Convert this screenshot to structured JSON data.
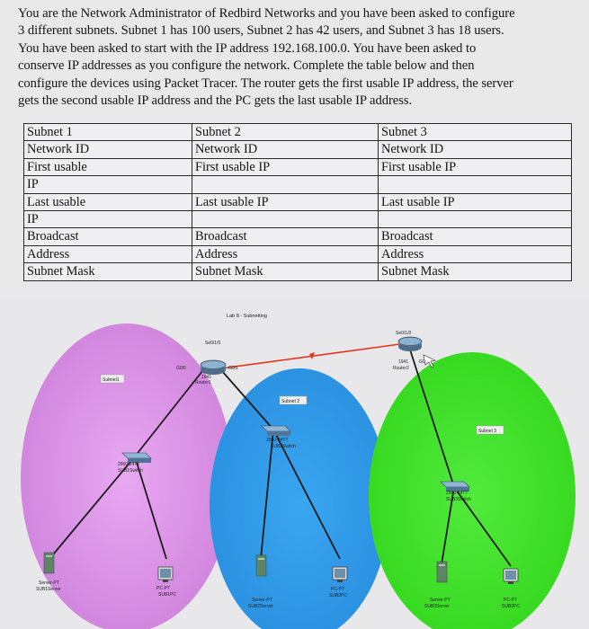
{
  "prompt": {
    "lines": [
      "You are the Network Administrator of Redbird Networks and you have been asked to configure",
      "3 different subnets. Subnet 1 has 100 users, Subnet 2 has 42 users, and Subnet 3 has 18 users.",
      "You have been asked to start with the IP address 192.168.100.0. You have been asked to",
      "conserve IP addresses as you configure the network. Complete the table below and then",
      "configure the devices using Packet Tracer. The router gets the first usable IP address, the server",
      "gets the second usable IP address and the PC gets the last usable IP address."
    ]
  },
  "table": {
    "rows": [
      [
        "Subnet 1",
        "Subnet 2",
        "Subnet 3"
      ],
      [
        "Network ID",
        "Network ID",
        "Network ID"
      ],
      [
        "First usable",
        "First usable IP",
        "First usable IP"
      ],
      [
        "IP",
        "",
        ""
      ],
      [
        "Last usable",
        "Last usable IP",
        "Last usable IP"
      ],
      [
        "IP",
        "",
        ""
      ],
      [
        "Broadcast",
        "Broadcast",
        "Broadcast"
      ],
      [
        "Address",
        "Address",
        "Address"
      ],
      [
        "Subnet Mask",
        "Subnet Mask",
        "Subnet Mask"
      ]
    ]
  },
  "diagram": {
    "title": "Lab 8 - Subnetting",
    "serial_left": "Se0/1/0",
    "serial_right": "Se0/1/0",
    "router1": {
      "port_left": "G0/0",
      "model": "1941",
      "name": "Router1",
      "port_right": "G0/1"
    },
    "router2": {
      "model": "1941",
      "name": "Router2",
      "port": "G0/0"
    },
    "subnet1": {
      "label": "Subnet1",
      "switch": "2960-24TT",
      "switch_name": "SUB1Switch",
      "server": "Server-PT",
      "server_name": "SUB1Server",
      "pc": "PC-PT",
      "pc_name": "SUB1PC"
    },
    "subnet2": {
      "label": "Subnet 2",
      "switch": "2960-24TT",
      "switch_name": "SUB2Switch",
      "server": "Server-PT",
      "server_name": "SUB2Server",
      "pc": "PC-PT",
      "pc_name": "SUB2PC"
    },
    "subnet3": {
      "label": "Subnet 3",
      "switch": "2960-24TT",
      "switch_name": "SUB3Switch",
      "server": "Server-PT",
      "server_name": "SUB3Server",
      "pc": "PC-PT",
      "pc_name": "SUB3PC"
    },
    "colors": {
      "subnet1": "#d58fe0",
      "subnet2": "#2f9bea",
      "subnet3": "#3fe12a",
      "serial": "#e6331f",
      "link": "#1a1a1a"
    }
  }
}
